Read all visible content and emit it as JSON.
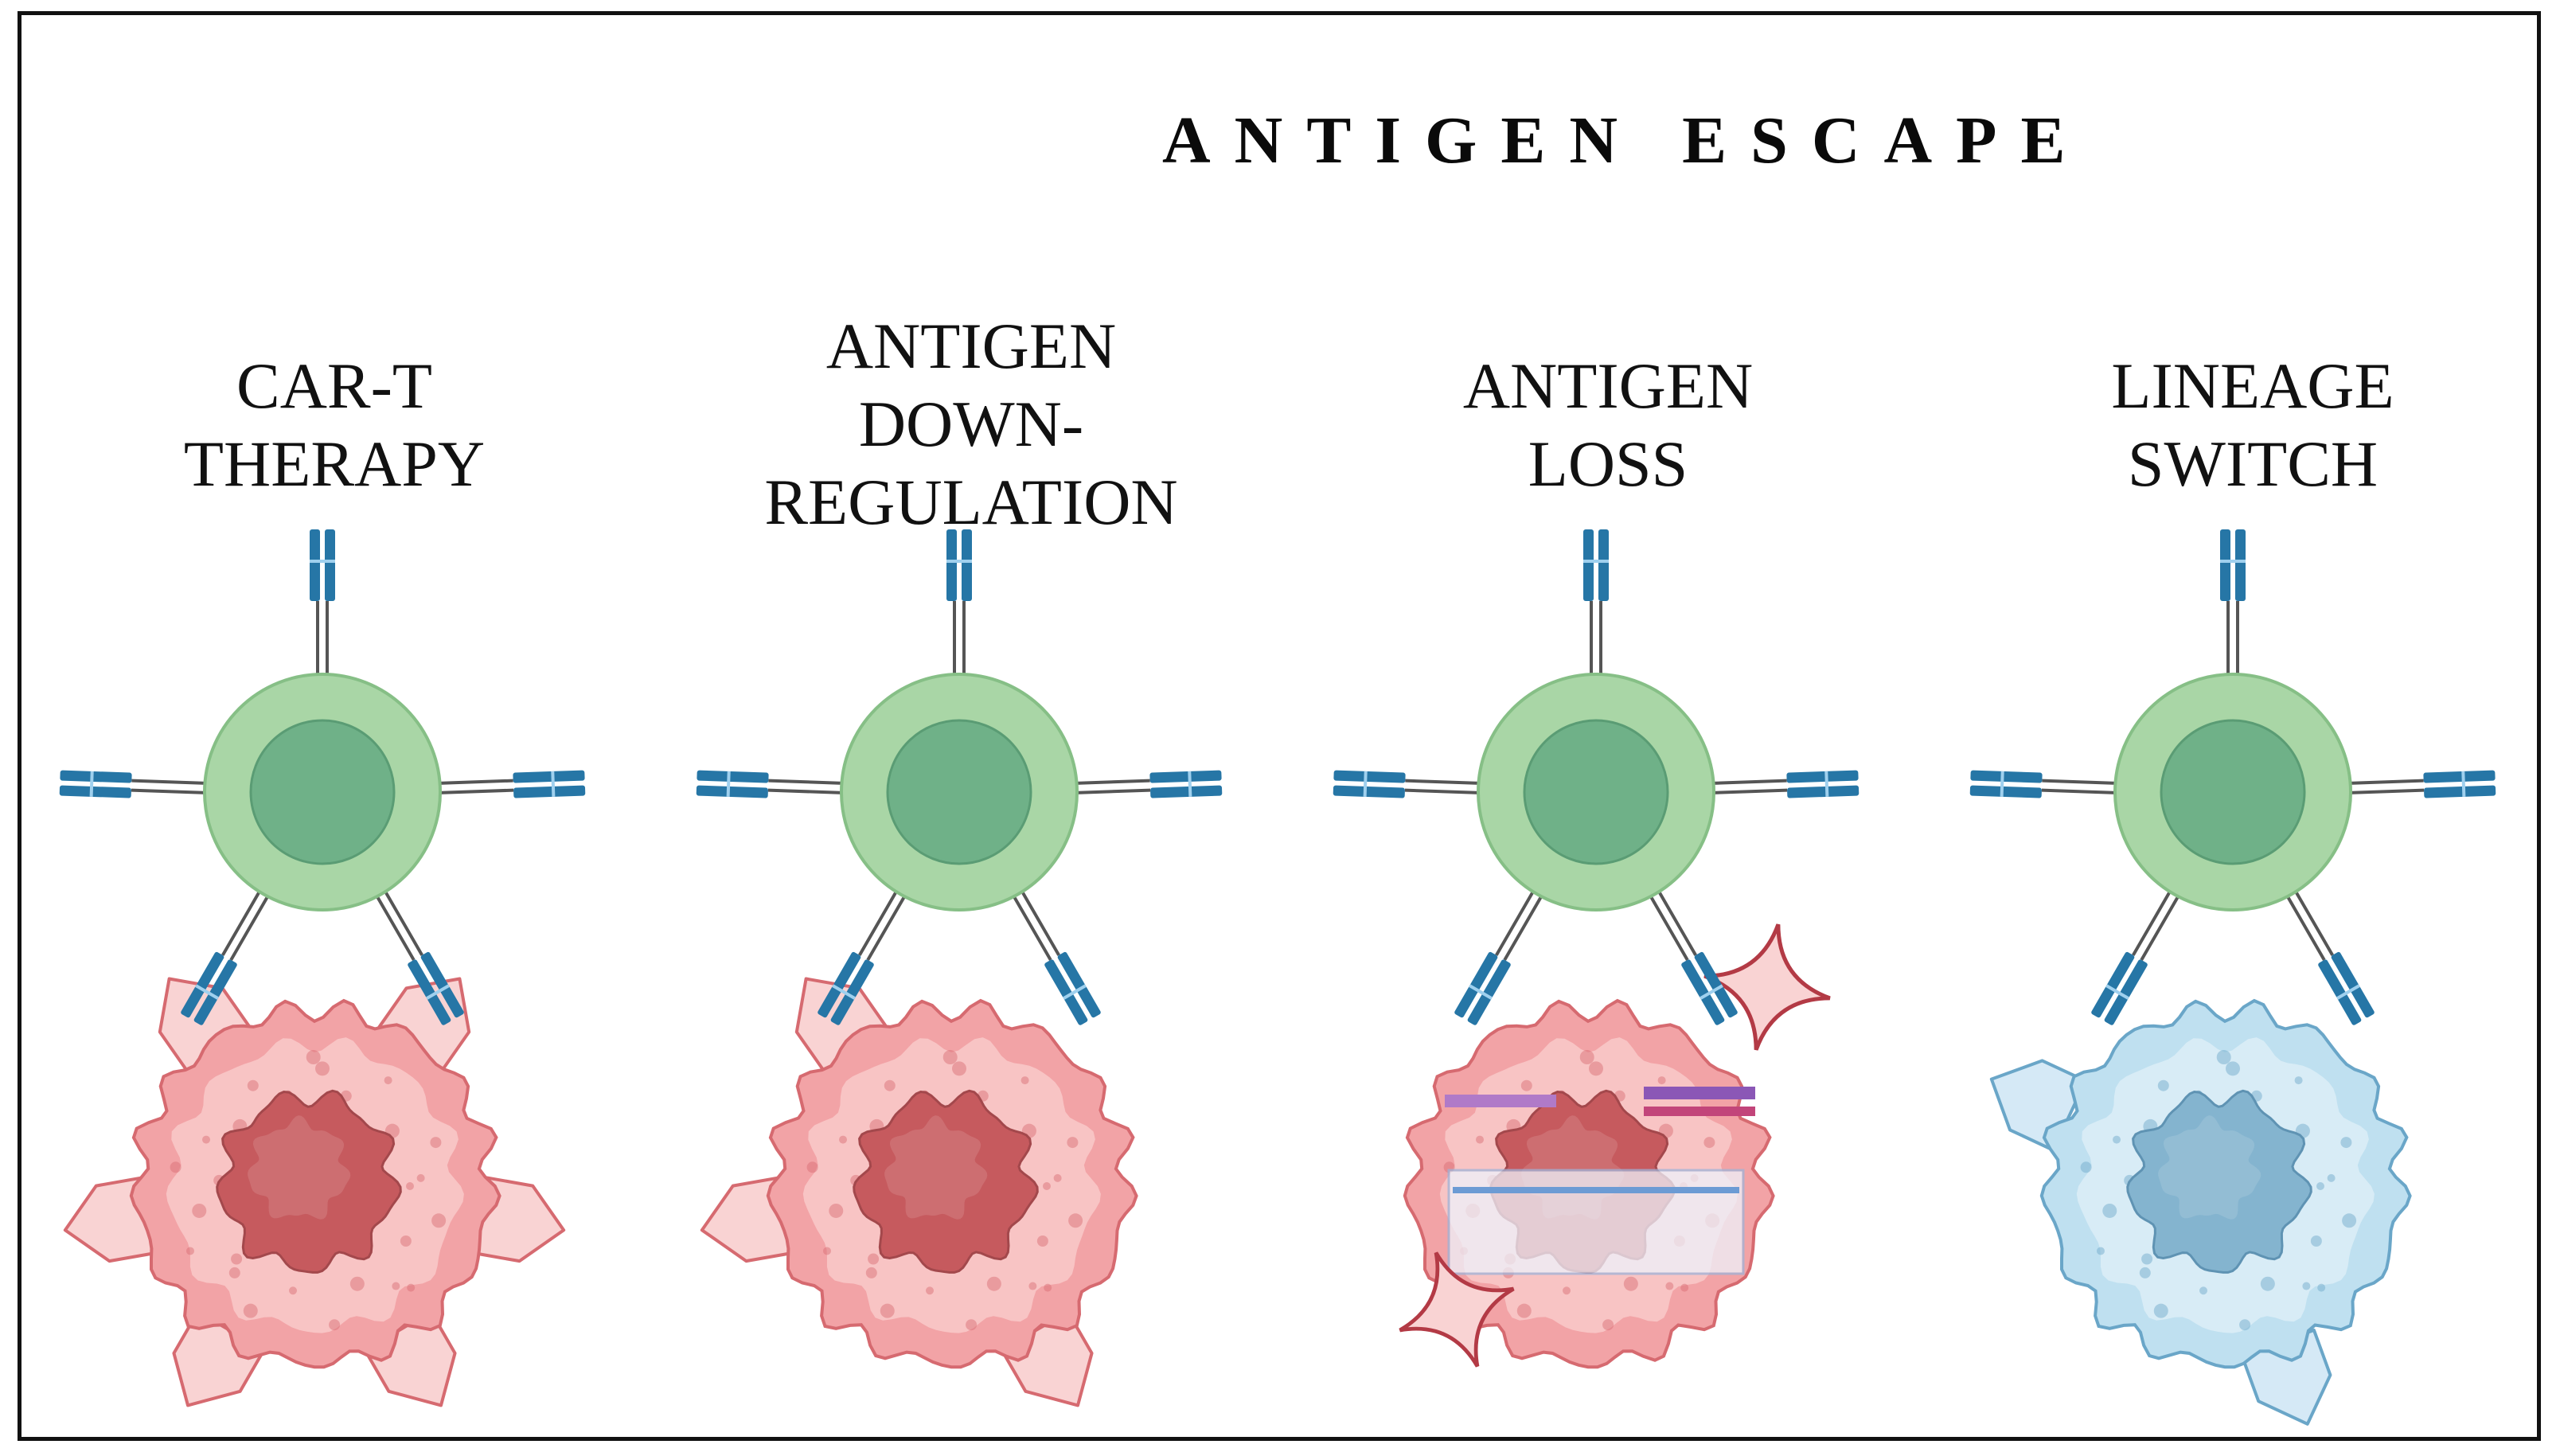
{
  "title": "ANTIGEN ESCAPE",
  "panels": [
    {
      "id": "car-t-therapy",
      "lines": [
        "CAR-T",
        "THERAPY"
      ],
      "tumor_color": "pink",
      "antigens": 6
    },
    {
      "id": "antigen-down-regulation",
      "lines": [
        "ANTIGEN",
        "DOWN-",
        "REGULATION"
      ],
      "tumor_color": "pink",
      "antigens": 3
    },
    {
      "id": "antigen-loss",
      "lines": [
        "ANTIGEN",
        "LOSS"
      ],
      "tumor_color": "pink",
      "antigens": 2
    },
    {
      "id": "lineage-switch",
      "lines": [
        "LINEAGE",
        "SWITCH"
      ],
      "tumor_color": "light-blue",
      "antigens": 2
    }
  ],
  "colors": {
    "t_cell_outer": "#a9d6a6",
    "t_cell_nucleus": "#6fb188",
    "car_receptor": "#2676a6",
    "tumor_pink": "#f2a3a6",
    "tumor_nucleus_pink": "#c65a5e",
    "tumor_blue": "#bfe0f0",
    "tumor_nucleus_blue": "#84b4cf",
    "antigen_pink": "#f9d3d3",
    "antigen_blue": "#d5e9f6"
  }
}
